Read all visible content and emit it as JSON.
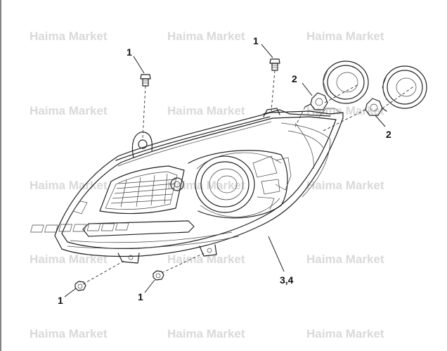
{
  "watermark": "Haima Market",
  "callouts": {
    "fastener_top_left": "1",
    "fastener_top_right": "1",
    "cover_left": "2",
    "cover_right": "2",
    "fastener_bottom_left": "1",
    "fastener_bottom_mid": "1",
    "headlamp_assembly": "3,4"
  },
  "colors": {
    "line": "#222222",
    "watermark": "#d9d9d9",
    "background": "#ffffff"
  }
}
